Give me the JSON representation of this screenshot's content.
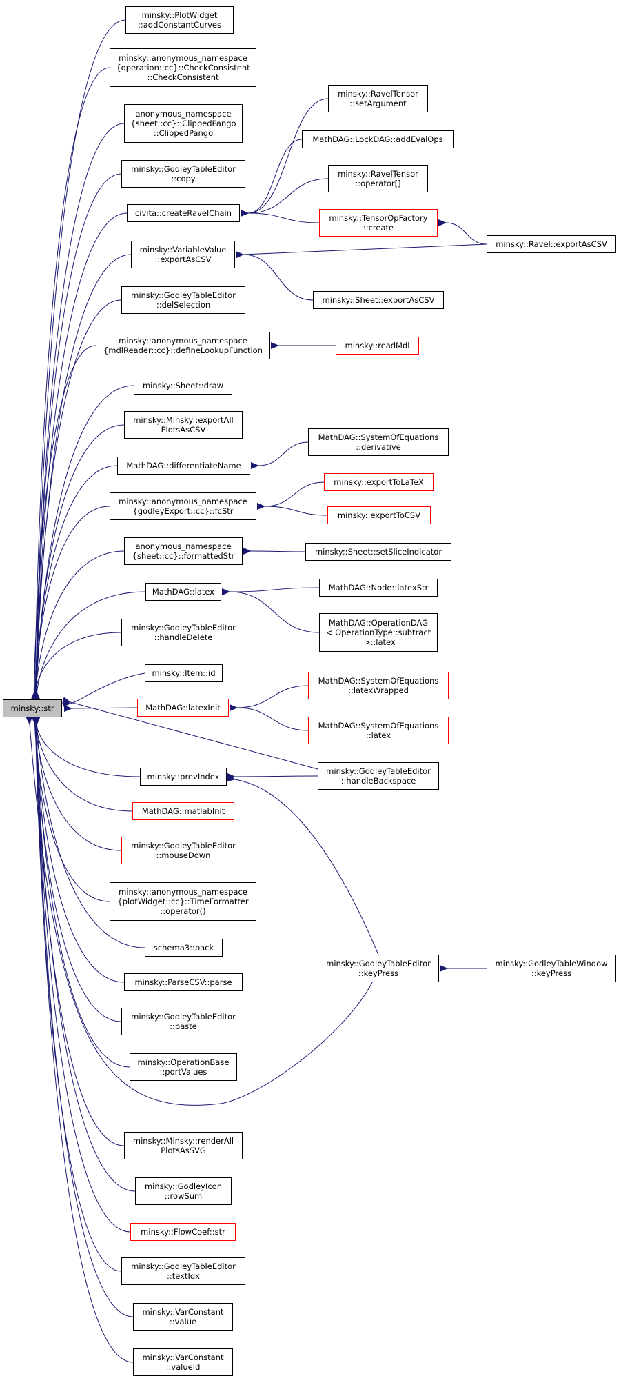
{
  "colors": {
    "edge": "#191970",
    "node_border": "#000000",
    "node_border_incomplete": "#ff0000",
    "root_fill": "#bfbfbf"
  },
  "nodes": [
    {
      "id": "root",
      "label": "minsky::str",
      "root": true
    },
    {
      "id": "n1",
      "label": "minsky::PlotWidget\n::addConstantCurves"
    },
    {
      "id": "n2",
      "label": "minsky::anonymous_namespace\n{operation::cc}::CheckConsistent\n::CheckConsistent"
    },
    {
      "id": "n3",
      "label": "anonymous_namespace\n{sheet::cc}::ClippedPango\n::ClippedPango"
    },
    {
      "id": "n4",
      "label": "minsky::GodleyTableEditor\n::copy"
    },
    {
      "id": "n5",
      "label": "civita::createRavelChain"
    },
    {
      "id": "n6",
      "label": "minsky::RavelTensor\n::setArgument"
    },
    {
      "id": "n7",
      "label": "MathDAG::LockDAG::addEvalOps"
    },
    {
      "id": "n8",
      "label": "minsky::RavelTensor\n::operator[]"
    },
    {
      "id": "n9",
      "label": "minsky::TensorOpFactory\n::create",
      "red": true
    },
    {
      "id": "n10",
      "label": "minsky::Ravel::exportAsCSV"
    },
    {
      "id": "n11",
      "label": "minsky::VariableValue\n::exportAsCSV"
    },
    {
      "id": "n12",
      "label": "minsky::Sheet::exportAsCSV"
    },
    {
      "id": "n13",
      "label": "minsky::GodleyTableEditor\n::delSelection"
    },
    {
      "id": "n14",
      "label": "minsky::anonymous_namespace\n{mdlReader::cc}::defineLookupFunction"
    },
    {
      "id": "n15",
      "label": "minsky::readMdl",
      "red": true
    },
    {
      "id": "n16",
      "label": "minsky::Sheet::draw"
    },
    {
      "id": "n17",
      "label": "minsky::Minsky::exportAll\nPlotsAsCSV"
    },
    {
      "id": "n18",
      "label": "MathDAG::SystemOfEquations\n::derivative"
    },
    {
      "id": "n19",
      "label": "MathDAG::differentiateName"
    },
    {
      "id": "n20",
      "label": "minsky::exportToLaTeX",
      "red": true
    },
    {
      "id": "n21",
      "label": "minsky::anonymous_namespace\n{godleyExport::cc}::fcStr"
    },
    {
      "id": "n22",
      "label": "minsky::exportToCSV",
      "red": true
    },
    {
      "id": "n23",
      "label": "anonymous_namespace\n{sheet::cc}::formattedStr"
    },
    {
      "id": "n24",
      "label": "minsky::Sheet::setSliceIndicator"
    },
    {
      "id": "n25",
      "label": "MathDAG::latex"
    },
    {
      "id": "n26",
      "label": "MathDAG::Node::latexStr"
    },
    {
      "id": "n27",
      "label": "MathDAG::OperationDAG\n< OperationType::subtract\n >::latex"
    },
    {
      "id": "n28",
      "label": "minsky::GodleyTableEditor\n::handleDelete"
    },
    {
      "id": "n29",
      "label": "minsky::Item::id"
    },
    {
      "id": "n30",
      "label": "MathDAG::SystemOfEquations\n::latexWrapped",
      "red": true
    },
    {
      "id": "n31",
      "label": "MathDAG::latexInit",
      "red": true
    },
    {
      "id": "n32",
      "label": "MathDAG::SystemOfEquations\n::latex",
      "red": true
    },
    {
      "id": "n33",
      "label": "minsky::GodleyTableEditor\n::handleBackspace"
    },
    {
      "id": "n34",
      "label": "minsky::prevIndex"
    },
    {
      "id": "n35",
      "label": "MathDAG::matlabInit",
      "red": true
    },
    {
      "id": "n36",
      "label": "minsky::GodleyTableEditor\n::mouseDown",
      "red": true
    },
    {
      "id": "n37",
      "label": "minsky::anonymous_namespace\n{plotWidget::cc}::TimeFormatter\n::operator()"
    },
    {
      "id": "n38",
      "label": "schema3::pack"
    },
    {
      "id": "n39",
      "label": "minsky::GodleyTableEditor\n::keyPress"
    },
    {
      "id": "n40",
      "label": "minsky::GodleyTableWindow\n::keyPress"
    },
    {
      "id": "n41",
      "label": "minsky::ParseCSV::parse"
    },
    {
      "id": "n42",
      "label": "minsky::GodleyTableEditor\n::paste"
    },
    {
      "id": "n43",
      "label": "minsky::OperationBase\n::portValues"
    },
    {
      "id": "n44",
      "label": "minsky::Minsky::renderAll\nPlotsAsSVG"
    },
    {
      "id": "n45",
      "label": "minsky::GodleyIcon\n::rowSum"
    },
    {
      "id": "n46",
      "label": "minsky::FlowCoef::str",
      "red": true
    },
    {
      "id": "n47",
      "label": "minsky::GodleyTableEditor\n::textIdx"
    },
    {
      "id": "n48",
      "label": "minsky::VarConstant\n::value"
    },
    {
      "id": "n49",
      "label": "minsky::VarConstant\n::valueId"
    }
  ]
}
